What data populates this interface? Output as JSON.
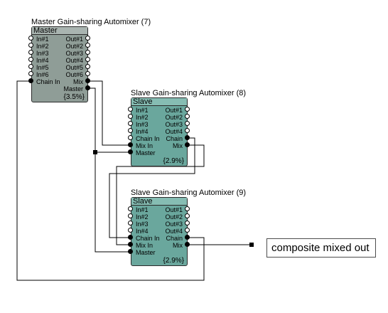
{
  "master": {
    "title": "Master Gain-sharing Automixer (7)",
    "header": "Master",
    "left_ports": [
      "In#1",
      "In#2",
      "In#3",
      "In#4",
      "In#5",
      "In#6",
      "Chain In"
    ],
    "right_ports": [
      "Out#1",
      "Out#2",
      "Out#3",
      "Out#4",
      "Out#5",
      "Out#6",
      "Mix",
      "Master"
    ],
    "percent": "{3.5%}"
  },
  "slave1": {
    "title": "Slave Gain-sharing Automixer (8)",
    "header": "Slave",
    "left_ports": [
      "In#1",
      "In#2",
      "In#3",
      "In#4",
      "Chain In",
      "Mix In",
      "Master"
    ],
    "right_ports": [
      "Out#1",
      "Out#2",
      "Out#3",
      "Out#4",
      "Chain",
      "Mix"
    ],
    "percent": "{2.9%}"
  },
  "slave2": {
    "title": "Slave Gain-sharing Automixer (9)",
    "header": "Slave",
    "left_ports": [
      "In#1",
      "In#2",
      "In#3",
      "In#4",
      "Chain In",
      "Mix In",
      "Master"
    ],
    "right_ports": [
      "Out#1",
      "Out#2",
      "Out#3",
      "Out#4",
      "Chain",
      "Mix"
    ],
    "percent": "{2.9%}"
  },
  "output_label": "composite mixed out"
}
